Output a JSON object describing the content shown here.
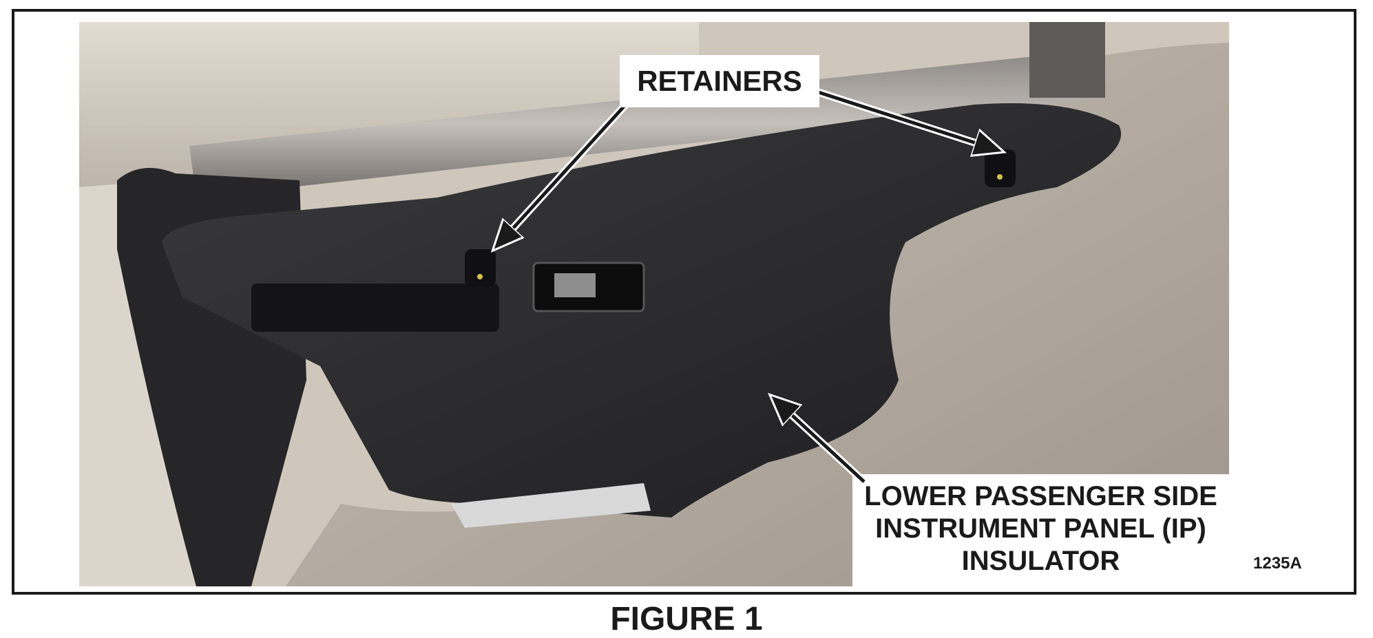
{
  "figure": {
    "callouts": {
      "retainers": "RETAINERS",
      "insulator_line1": "LOWER PASSENGER SIDE",
      "insulator_line2": "INSTRUMENT PANEL (IP)",
      "insulator_line3": "INSULATOR"
    },
    "figure_id": "1235A",
    "caption": "FIGURE 1"
  },
  "colors": {
    "ink": "#1a1a1a",
    "carpet": "#b8b0a5",
    "insulator": "#2b2b2d",
    "dash_trim": "#d9d2c8"
  }
}
